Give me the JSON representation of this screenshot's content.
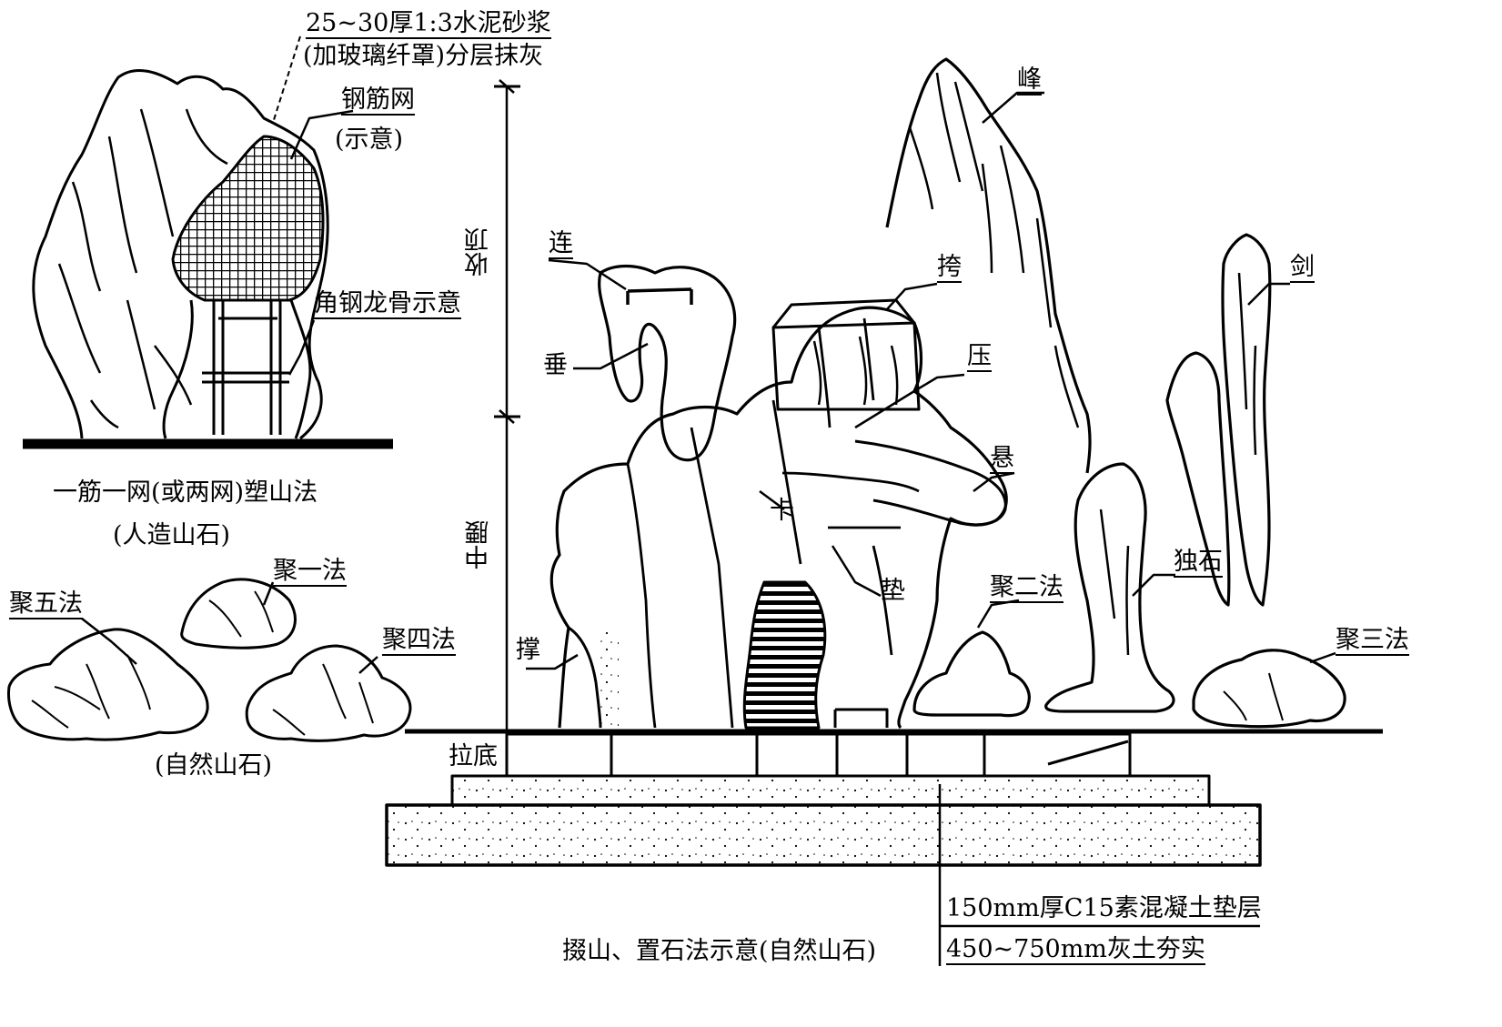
{
  "top_left": {
    "mortar_line1": "25~30厚1:3水泥砂浆",
    "mortar_line2": "(加玻璃纤罩)分层抹灰",
    "mesh_line1": "钢筋网",
    "mesh_line2": "(示意)",
    "keel": "角钢龙骨示意",
    "caption_line1": "一筋一网(或两网)塑山法",
    "caption_line2": "(人造山石)"
  },
  "bottom_left": {
    "ju_yi": "聚一法",
    "ju_wu": "聚五法",
    "ju_si": "聚四法",
    "caption": "(自然山石)"
  },
  "main": {
    "dim_top": "收顶",
    "dim_mid": "中腰",
    "la_di": "拉底",
    "feng": "峰",
    "lian": "连",
    "kua": "挎",
    "jian": "剑",
    "chui": "垂",
    "ya": "压",
    "xuan": "悬",
    "ka": "卡",
    "du_shi": "独石",
    "dian": "垫",
    "ju_er": "聚二法",
    "cheng": "撑",
    "ju_san": "聚三法",
    "layer_concrete": "150mm厚C15素混凝土垫层",
    "layer_soil": "450~750mm灰土夯实",
    "caption": "掇山、置石法示意(自然山石)"
  }
}
